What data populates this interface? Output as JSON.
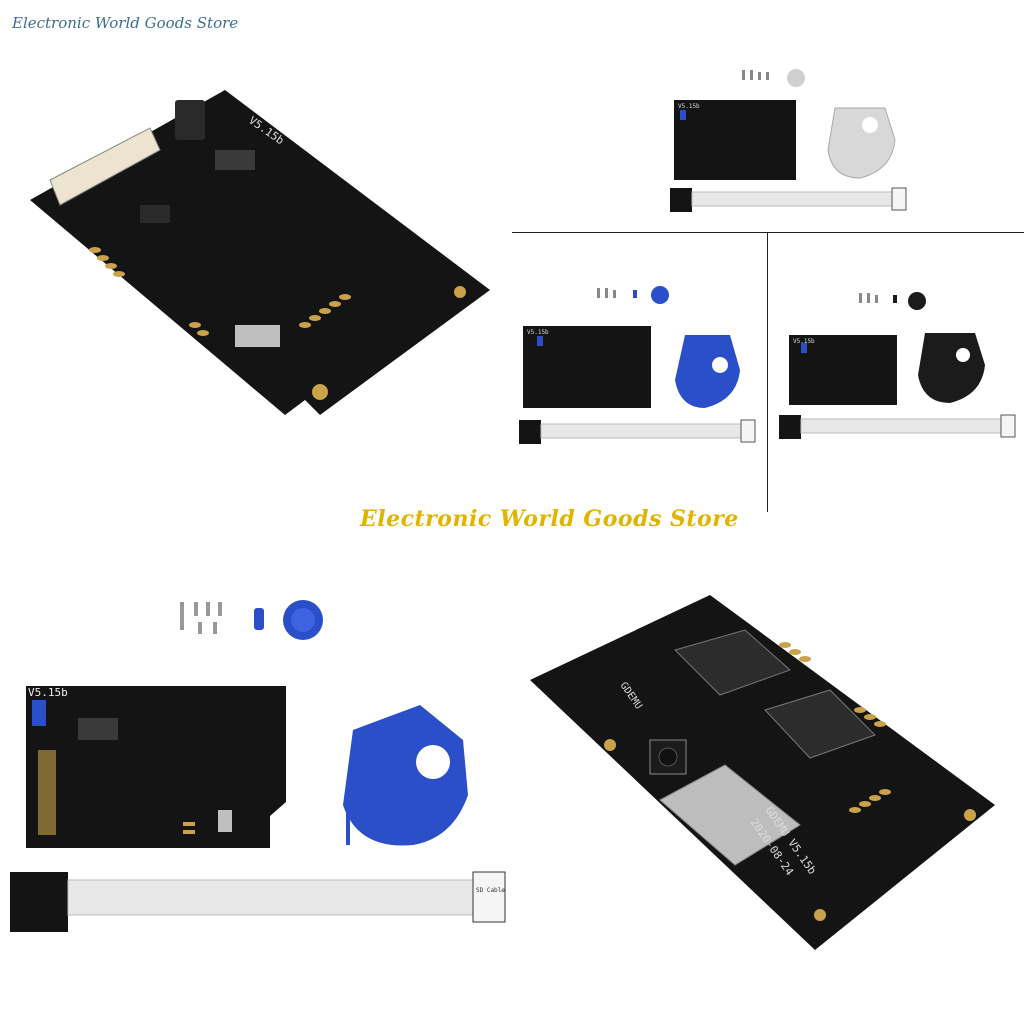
{
  "watermark": {
    "top": "Electronic World Goods Store",
    "middle": "Electronic World Goods Store"
  },
  "board_labels": {
    "version_tl": "V5.15b",
    "version_tr": "V5.15b",
    "version_ml": "V5.15b",
    "version_mr": "V5.15b",
    "version_bl": "V5.15b",
    "brand_br": "GDEMU",
    "version_br": "GDEMU V5.15b",
    "date_br": "2020-08-24",
    "sd_cable": "SD Cable"
  },
  "colors": {
    "pcb": "#141414",
    "pad": "#c9a24a",
    "ribbon": "#e8e8e8",
    "blue_mount": "#2a4fc9",
    "grey_mount": "#d8d8d8",
    "black_mount": "#1b1b1b",
    "watermark_top": "#3b6e8e",
    "watermark_mid": "#e0b400"
  }
}
